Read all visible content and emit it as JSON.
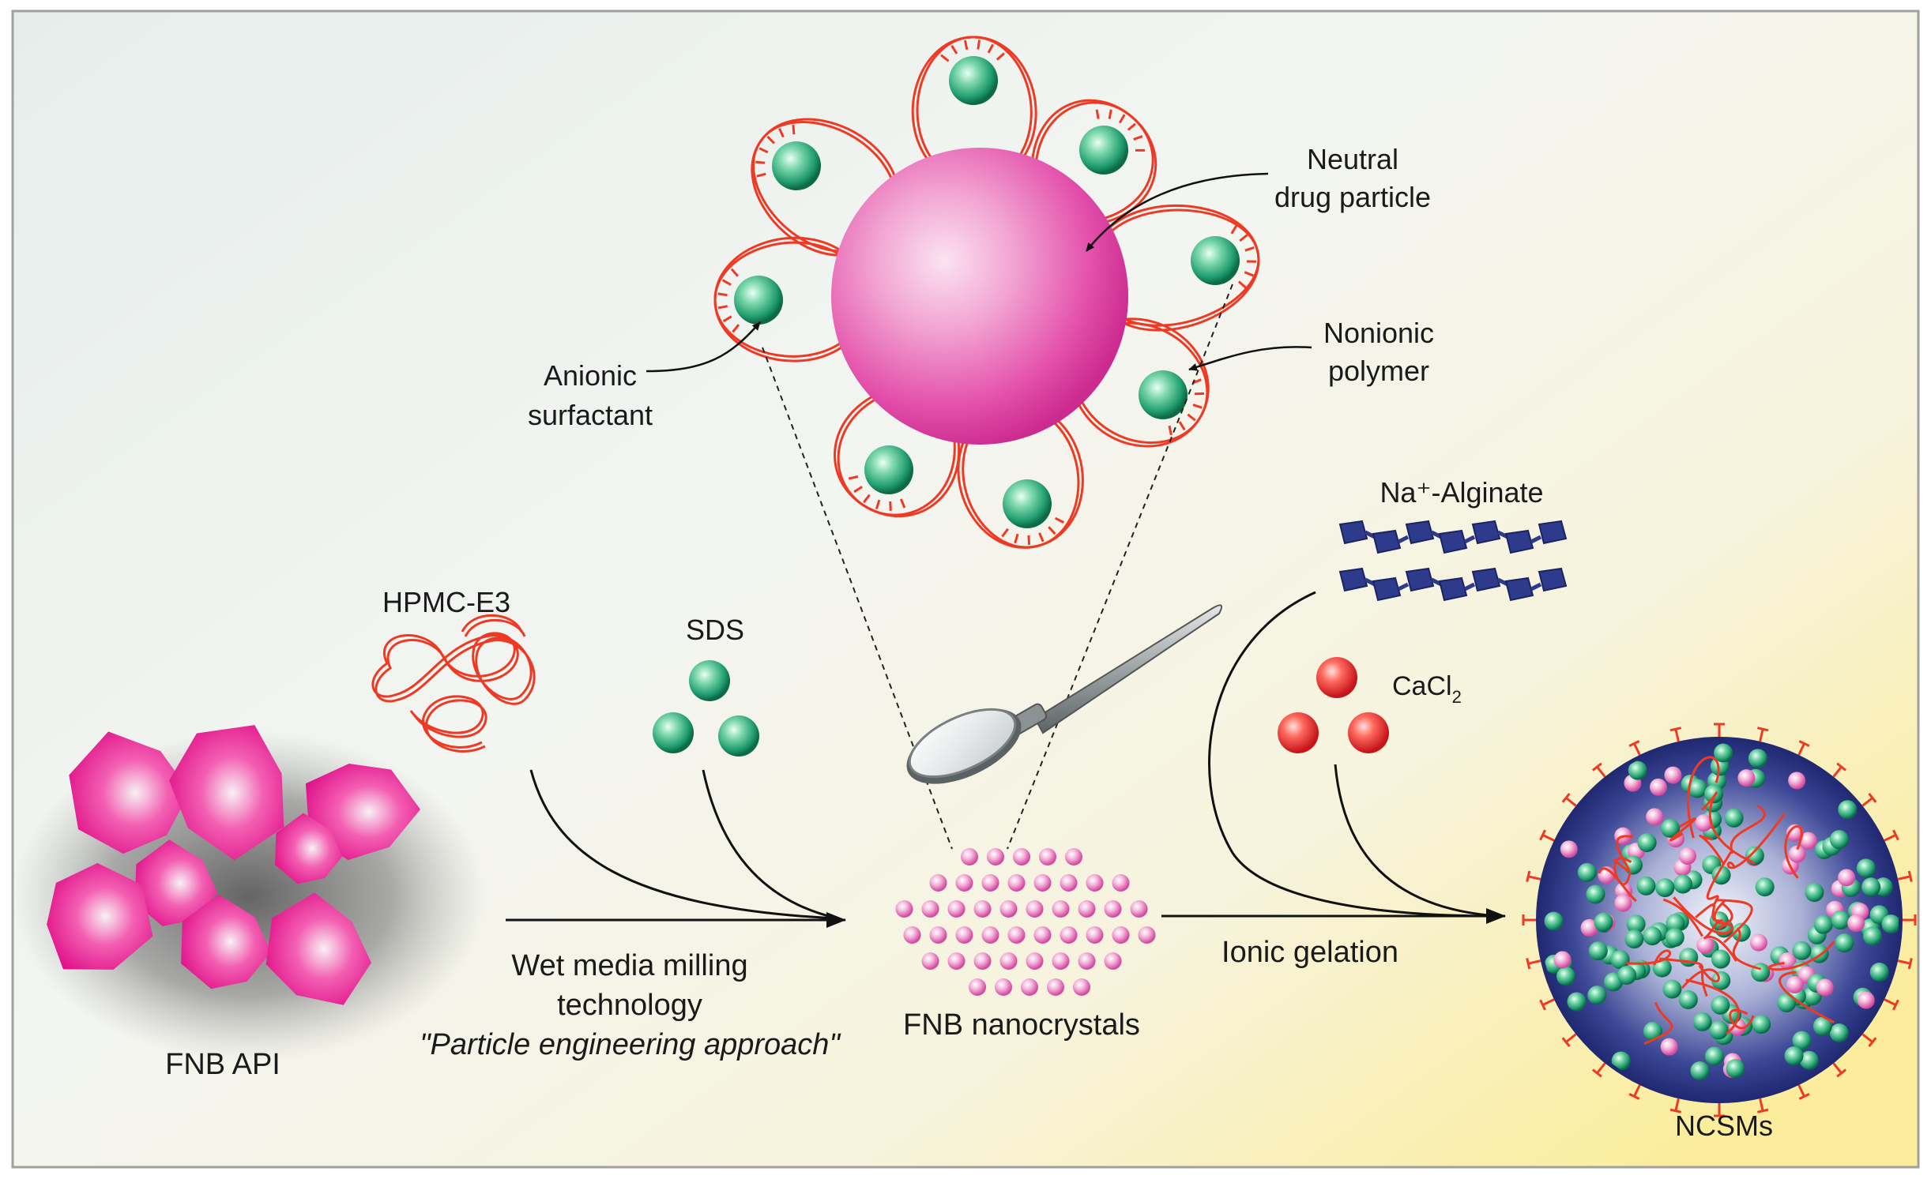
{
  "labels": {
    "neutral_line1": "Neutral",
    "neutral_line2": "drug particle",
    "nonionic_line1": "Nonionic",
    "nonionic_line2": "polymer",
    "anionic_line1": "Anionic",
    "anionic_line2": "surfactant",
    "alginate": "Na⁺-Alginate",
    "cacl2_main": "CaCl",
    "cacl2_sub": "2",
    "hpmc": "HPMC-E3",
    "sds": "SDS",
    "milling_line1": "Wet media milling",
    "milling_line2": "technology",
    "milling_line3": "\"Particle engineering approach\"",
    "fnb_api": "FNB API",
    "nanocrystals": "FNB nanocrystals",
    "ionic_gelation": "Ionic gelation",
    "ncsms": "NCSMs"
  },
  "colors": {
    "drug_pink": "#e0128a",
    "surfactant_green": "#1f9c6e",
    "polymer_red": "#ee3a24",
    "alginate_navy": "#2e3a8c",
    "calcium_red": "#e8232a",
    "arrow_black": "#111111",
    "frame_gray": "#9a9a9a"
  }
}
